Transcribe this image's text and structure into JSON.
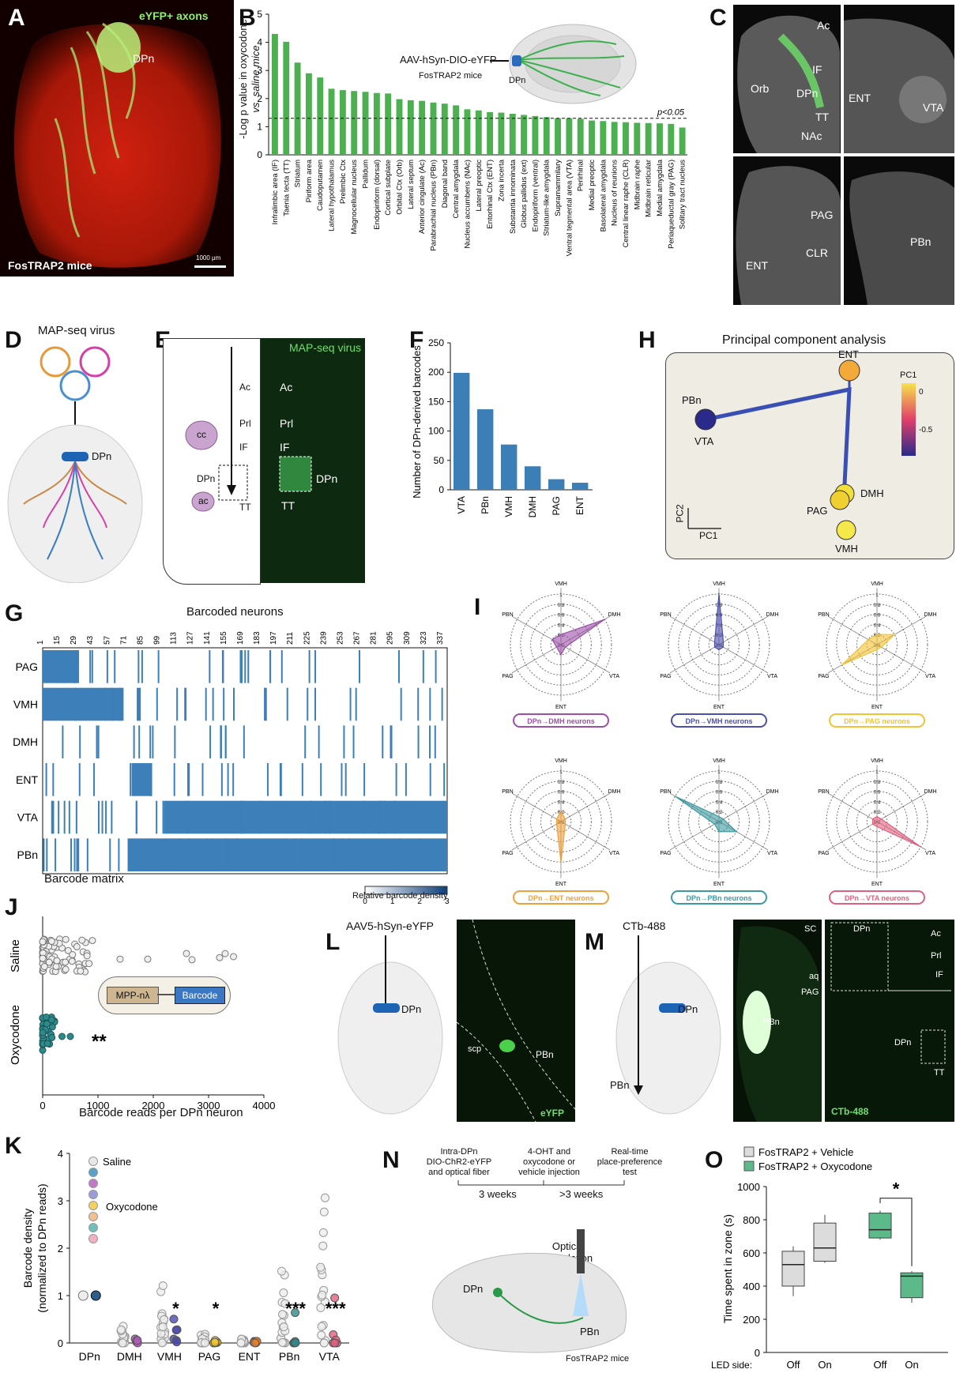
{
  "panel_letters": [
    "A",
    "B",
    "C",
    "D",
    "E",
    "F",
    "G",
    "H",
    "I",
    "J",
    "K",
    "L",
    "M",
    "N",
    "O"
  ],
  "panelA": {
    "title": "eYFP+ axons",
    "dpn": "DPn",
    "mice": "FosTRAP2 mice",
    "scale": "1000 μm"
  },
  "panelB": {
    "inset_virus": "AAV-hSyn-DIO-eYFP",
    "inset_mice": "FosTRAP2 mice",
    "inset_dpn": "DPn",
    "threshold_label": "p<0.05",
    "ylabel_1": "-Log p value in oxycodone",
    "ylabel_2": "vs. saline mice"
  },
  "panelC": {
    "labels": [
      "Ac",
      "IF",
      "Orb",
      "DPn",
      "TT",
      "NAc",
      "ENT",
      "VTA",
      "PAG",
      "CLR",
      "ENT",
      "PBn"
    ]
  },
  "panelD": {
    "virus": "MAP-seq virus",
    "dpn": "DPn"
  },
  "panelE": {
    "virus": "MAP-seq virus",
    "left": [
      "Ac",
      "Prl",
      "IF",
      "DPn",
      "TT",
      "cc",
      "ac"
    ],
    "right": [
      "Ac",
      "Prl",
      "IF",
      "DPn",
      "TT"
    ]
  },
  "panelG": {
    "title": "Barcoded neurons",
    "rows": [
      "PAG",
      "VMH",
      "DMH",
      "ENT",
      "VTA",
      "PBn"
    ],
    "ticks": [
      "1",
      "15",
      "29",
      "43",
      "57",
      "71",
      "85",
      "99",
      "113",
      "127",
      "141",
      "155",
      "169",
      "183",
      "197",
      "211",
      "225",
      "239",
      "253",
      "267",
      "281",
      "295",
      "309",
      "323",
      "337"
    ],
    "caption": "Barcode matrix",
    "cbar_label": "Relative barcode density",
    "cbar_ticks": [
      "0",
      "1",
      "2",
      "3"
    ]
  },
  "panelH": {
    "title": "Principal component analysis",
    "nodes": [
      "ENT",
      "PBn",
      "VTA",
      "DMH",
      "PAG",
      "VMH"
    ],
    "pc1": "PC1",
    "pc2": "PC2",
    "cbar_title": "PC1",
    "cbar_ticks": [
      "0",
      "-0.5"
    ]
  },
  "panelI": {
    "axes": [
      "VMH",
      "DMH",
      "VTA",
      "ENT",
      "PAG",
      "PBN"
    ],
    "rings": [
      "1",
      "0.8",
      "0.6",
      "0.4",
      "0.2",
      "0.0"
    ],
    "groups": [
      "DPn→DMH neurons",
      "DPn→VMH neurons",
      "DPn→PAG neurons",
      "DPn→ENT neurons",
      "DPn→PBn neurons",
      "DPn→VTA neurons"
    ],
    "group_colors": [
      "#9b4fa8",
      "#4b4fad",
      "#f2c230",
      "#f0a03a",
      "#3b9aa0",
      "#e0607e"
    ]
  },
  "panelJ": {
    "groups": [
      "Saline",
      "Oxycodone"
    ],
    "xlabel": "Barcode reads per DPn neuron",
    "xticks": [
      "0",
      "1000",
      "2000",
      "3000",
      "4000"
    ],
    "construct_left": "MPP-nλ",
    "construct_right": "Barcode",
    "sig": "**"
  },
  "panelK": {
    "ylabel_1": "Barcode density",
    "ylabel_2": "(normalized to DPn reads)",
    "legend_saline": "Saline",
    "legend_oxy": "Oxycodone",
    "categories": [
      "DPn",
      "DMH",
      "VMH",
      "PAG",
      "ENT",
      "PBn",
      "VTA"
    ],
    "yticks": [
      "0",
      "1",
      "2",
      "3",
      "4"
    ],
    "sig": [
      "",
      "",
      "*",
      "*",
      "",
      "***",
      "***"
    ]
  },
  "panelL": {
    "virus": "AAV5-hSyn-eYFP",
    "dpn": "DPn",
    "scp": "scp",
    "pbn": "PBn",
    "fluor": "eYFP"
  },
  "panelM": {
    "tracer": "CTb-488",
    "dpn": "DPn",
    "pbn": "PBn",
    "img1": [
      "SC",
      "aq",
      "PAG",
      "PBn"
    ],
    "img2": [
      "DPn",
      "Ac",
      "Prl",
      "IF",
      "DPn",
      "TT"
    ],
    "fluor": "CTb-488"
  },
  "panelN": {
    "step1_l1": "Intra-DPn",
    "step1_l2": "DIO-ChR2-eYFP",
    "step1_l3": "and optical fiber",
    "step2_l1": "4-OHT and",
    "step2_l2": "oxycodone or",
    "step2_l3": "vehicle injection",
    "step3_l1": "Real-time",
    "step3_l2": "place-preference",
    "step3_l3": "test",
    "int1": "3 weeks",
    "int2": ">3 weeks",
    "stim_1": "Optical",
    "stim_2": "stimulation",
    "dpn": "DPn",
    "pbn": "PBn",
    "mice": "FosTRAP2 mice"
  },
  "panelO": {
    "legend": [
      "FosTRAP2 + Vehicle",
      "FosTRAP2 + Oxycodone"
    ],
    "ylabel": "Time spent in zone (s)",
    "yticks": [
      "0",
      "200",
      "400",
      "600",
      "800",
      "1000"
    ],
    "led": "LED side:",
    "xcats": [
      "Off",
      "On",
      "Off",
      "On"
    ],
    "sig": "*"
  },
  "chart_data": [
    {
      "type": "bar",
      "id": "B",
      "ylabel": "-Log p value in oxycodone vs. saline mice",
      "ylim": [
        0,
        5
      ],
      "threshold": 1.3,
      "color": "#4caf50",
      "categories": [
        "Infralimbic area (IF)",
        "Taenia tecta (TT)",
        "Striatum",
        "Piriform area",
        "Caudoputamen",
        "Lateral hypothalamus",
        "Prelimbic Ctx",
        "Magnocellular nucleus",
        "Pallidum",
        "Endopiriform (dorsal)",
        "Cortical subplate",
        "Orbital Ctx (Orb)",
        "Lateral septum",
        "Anterior cingulate (Ac)",
        "Parabrachial nucleus (PBn)",
        "Diagonal band",
        "Central amygdala",
        "Nucleus accumbens (NAc)",
        "Lateral preoptic",
        "Entorhinal Ctx (ENT)",
        "Zona incerta",
        "Substantia innominata",
        "Globus pallidus (ext)",
        "Endopiriform (ventral)",
        "Striatum-like amygdala",
        "Supramammilary",
        "Ventral tegmental area (VTA)",
        "Perirhinal",
        "Medial preoptic",
        "Basolateral amygdala",
        "Nucleus of reunions",
        "Central linear raphe (CLR)",
        "Midbrain raphe",
        "Midbrain reticular",
        "Medial amygdala",
        "Periaqueductal gray (PAG)",
        "Solitary tract nucleus"
      ],
      "values": [
        4.3,
        4.02,
        3.28,
        2.9,
        2.75,
        2.35,
        2.3,
        2.27,
        2.24,
        2.2,
        2.18,
        1.98,
        1.94,
        1.92,
        1.86,
        1.82,
        1.76,
        1.62,
        1.58,
        1.52,
        1.5,
        1.46,
        1.42,
        1.38,
        1.34,
        1.3,
        1.3,
        1.28,
        1.22,
        1.2,
        1.17,
        1.16,
        1.14,
        1.13,
        1.12,
        1.1,
        0.97
      ]
    },
    {
      "type": "bar",
      "id": "F",
      "ylabel": "Number of DPn-derived barcodes",
      "ylim": [
        0,
        250
      ],
      "yticks": [
        0,
        50,
        100,
        150,
        200,
        250
      ],
      "color": "#3b7fb6",
      "categories": [
        "VTA",
        "PBn",
        "VMH",
        "DMH",
        "PAG",
        "ENT"
      ],
      "values": [
        199,
        137,
        77,
        40,
        18,
        12
      ]
    },
    {
      "type": "box",
      "id": "O",
      "ylabel": "Time spent in zone (s)",
      "ylim": [
        0,
        1000
      ],
      "series": [
        {
          "name": "FosTRAP2 + Vehicle",
          "color": "#dcdcdc",
          "boxes": [
            {
              "x": "Off",
              "min": 340,
              "q1": 400,
              "med": 530,
              "q3": 610,
              "max": 640
            },
            {
              "x": "On",
              "min": 540,
              "q1": 550,
              "med": 630,
              "q3": 780,
              "max": 830
            }
          ]
        },
        {
          "name": "FosTRAP2 + Oxycodone",
          "color": "#5cba8a",
          "boxes": [
            {
              "x": "Off",
              "min": 680,
              "q1": 690,
              "med": 740,
              "q3": 840,
              "max": 855
            },
            {
              "x": "On",
              "min": 300,
              "q1": 330,
              "med": 460,
              "q3": 480,
              "max": 490
            }
          ]
        }
      ]
    }
  ]
}
